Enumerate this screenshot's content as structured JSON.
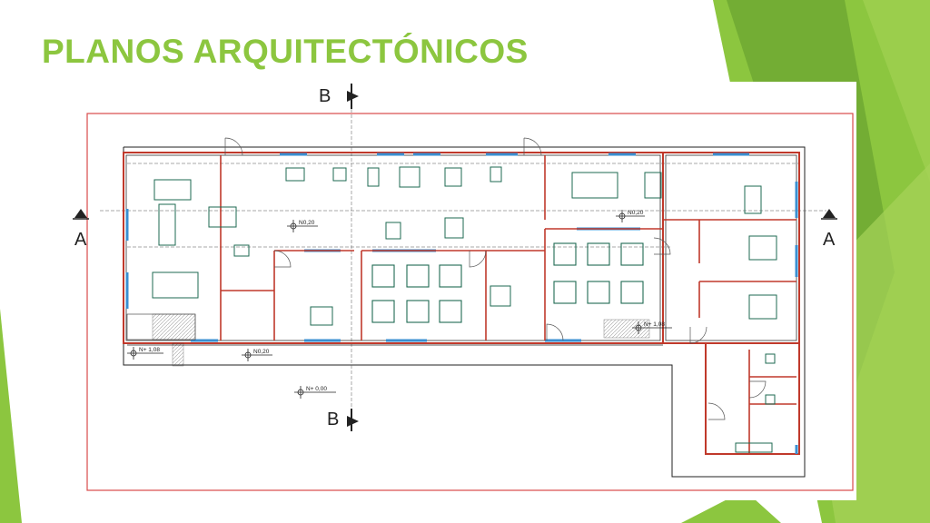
{
  "slide": {
    "title": "PLANOS ARQUITECTÓNICOS",
    "accent_color": "#8cc63f",
    "accent_dark": "#6fa832"
  },
  "plan": {
    "section_top": "B",
    "section_bottom": "B",
    "section_left": "A",
    "section_right": "A",
    "levels": {
      "hall_center": "N0,20",
      "hall_right": "N0,20",
      "entry_left": "N+ 1,08",
      "entry_center": "N0,20",
      "entry_right": "N+ 1,08",
      "ground": "N+ 0,00"
    }
  }
}
